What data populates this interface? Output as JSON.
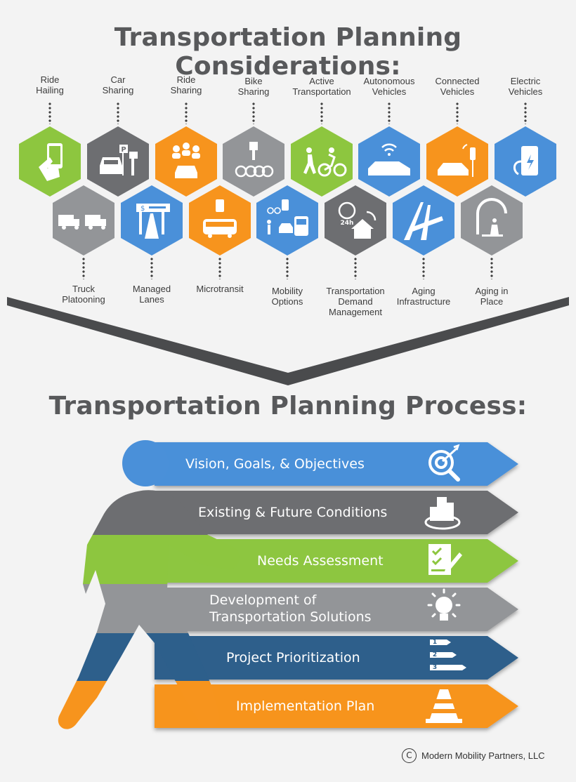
{
  "header": {
    "title": "Transportation Planning Considerations:"
  },
  "considerations_top": [
    {
      "label": "Ride\nHailing",
      "color": "#8dc63f",
      "icon": "phone-hand-icon"
    },
    {
      "label": "Car\nSharing",
      "color": "#6d6e71",
      "icon": "car-parking-kiosk-icon"
    },
    {
      "label": "Ride\nSharing",
      "color": "#f7941d",
      "icon": "people-car-icon"
    },
    {
      "label": "Bike\nSharing",
      "color": "#939598",
      "icon": "bike-share-icon"
    },
    {
      "label": "Active\nTransportation",
      "color": "#8dc63f",
      "icon": "walk-bike-icon"
    },
    {
      "label": "Autonomous\nVehicles",
      "color": "#4a90d9",
      "icon": "autonomous-car-icon"
    },
    {
      "label": "Connected\nVehicles",
      "color": "#f7941d",
      "icon": "connected-car-icon"
    },
    {
      "label": "Electric\nVehicles",
      "color": "#4a90d9",
      "icon": "ev-charger-icon"
    }
  ],
  "considerations_bottom": [
    {
      "label": "Truck\nPlatooning",
      "color": "#939598",
      "icon": "trucks-icon"
    },
    {
      "label": "Managed\nLanes",
      "color": "#4a90d9",
      "icon": "toll-lane-icon"
    },
    {
      "label": "Microtransit",
      "color": "#f7941d",
      "icon": "shuttle-icon"
    },
    {
      "label": "Mobility\nOptions",
      "color": "#4a90d9",
      "icon": "mobility-options-icon"
    },
    {
      "label": "Transportation\nDemand\nManagement",
      "color": "#6d6e71",
      "icon": "home-24h-icon"
    },
    {
      "label": "Aging\nInfrastructure",
      "color": "#4a90d9",
      "icon": "bridge-icon"
    },
    {
      "label": "Aging in\nPlace",
      "color": "#939598",
      "icon": "elderly-bus-stop-icon"
    }
  ],
  "process": {
    "title": "Transportation Planning Process:",
    "steps": [
      {
        "label": "Vision, Goals, & Objectives",
        "color": "#4a90d9",
        "icon": "target-search-icon"
      },
      {
        "label": "Existing & Future Conditions",
        "color": "#6d6e71",
        "icon": "city-buildings-icon"
      },
      {
        "label": "Needs Assessment",
        "color": "#8dc63f",
        "icon": "checklist-pencil-icon"
      },
      {
        "label": "Development of\n    Transportation Solutions",
        "color": "#939598",
        "icon": "lightbulb-icon"
      },
      {
        "label": "Project Prioritization",
        "color": "#2d5f8b",
        "icon": "ranked-list-icon"
      },
      {
        "label": "Implementation Plan",
        "color": "#f7941d",
        "icon": "traffic-cone-icon"
      }
    ],
    "ranks": [
      "1",
      "2",
      "3"
    ]
  },
  "footer": {
    "copyright_symbol": "C",
    "copyright": "Modern Mobility Partners, LLC"
  }
}
